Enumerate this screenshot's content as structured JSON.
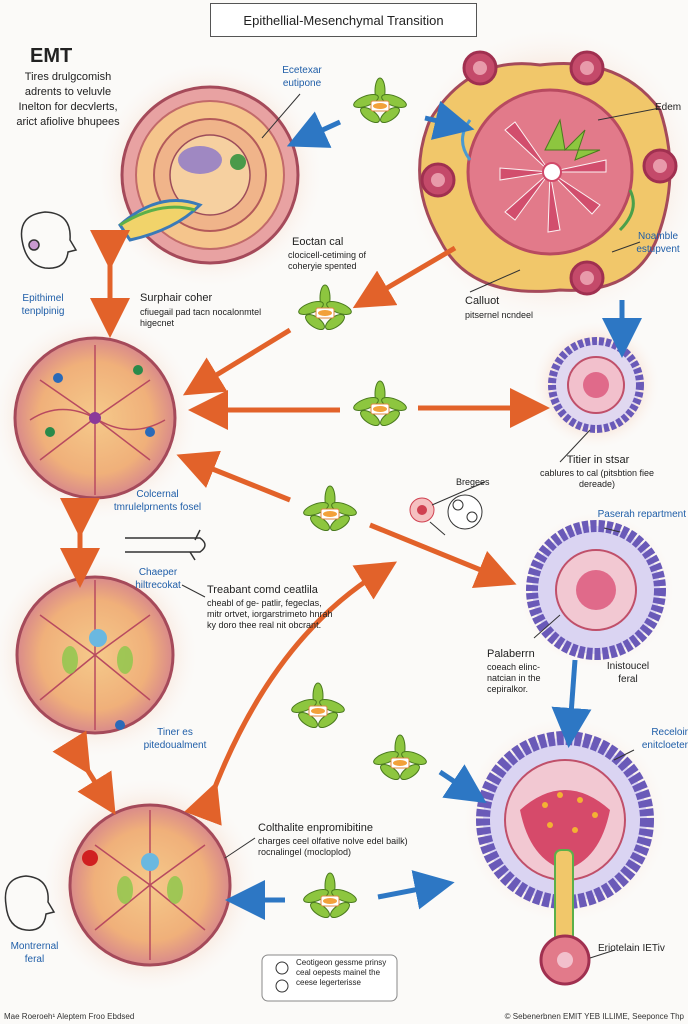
{
  "title": "Epithellial-Mesenchymal Transition",
  "header": {
    "heading": "EMT",
    "intro": "Tires drulgcomish adrents to veluvle Inelton for decvlerts, arict afiolive bhupees"
  },
  "labels": {
    "ecetexer": "Ecetexar eutipone",
    "edem": "Edem",
    "noamble": "Noamble estupvent",
    "callust": "Calluot",
    "callust_sub": "pitsernel ncndeel",
    "epithelial": "Epithimel tenplpinig",
    "surphair": "Surphair coher",
    "surphair_sub": "cfiuegail pad tacn nocalonmtel higecnet",
    "eoctan": "Eoctan cal",
    "eoctan_sub": "clocicell-cetiming of coheryie spented",
    "titier": "Titier in stsar",
    "titier_sub": "cablures to cal (pitsbtion fiee dereade)",
    "bregees": "Bregees",
    "coloernal": "Colcernal tmrulelprnents fosel",
    "paserah": "Paserah repartment",
    "chaeper": "Chaeper hiltrecokat",
    "treabant": "Treabant comd ceatlila",
    "treabant_sub": "cheabl of ge- patlir, fegeclas, mitr ortvet, iorgarstrimeto hnrah ky doro thee real nit obcrant.",
    "palaborrn": "Palaberrn",
    "palaborrn_sub": "coeach elinc- natcian in the cepiralkor.",
    "instoucal": "Inistoucel feral",
    "tiner": "Tiner es pitedoualment",
    "recelolr": "Receloir enitcloeter",
    "colthalite": "Colthalite enpromibitine",
    "colthalite_sub": "charges ceel olfative nolve edel bailk) rocnalingel (mocloplod)",
    "montremal": "Montrernal feral",
    "lettelain": "Eriotelain IETiv",
    "legend_box": "Ceotigeon gessme prinsy ceal oepests mainel the ceese legerterisse"
  },
  "footer": {
    "left": "Mae Roeroeh¹ Aleptem Froo Ebdsed",
    "right": "© Sebenerbnen EMIT YEB ILLIME, Seeponce Thp"
  },
  "colors": {
    "arrow_orange": "#e2622a",
    "arrow_blue": "#2d77c4",
    "cell_pink": "#e9a0a0",
    "label_blue": "#1f5ea8"
  }
}
